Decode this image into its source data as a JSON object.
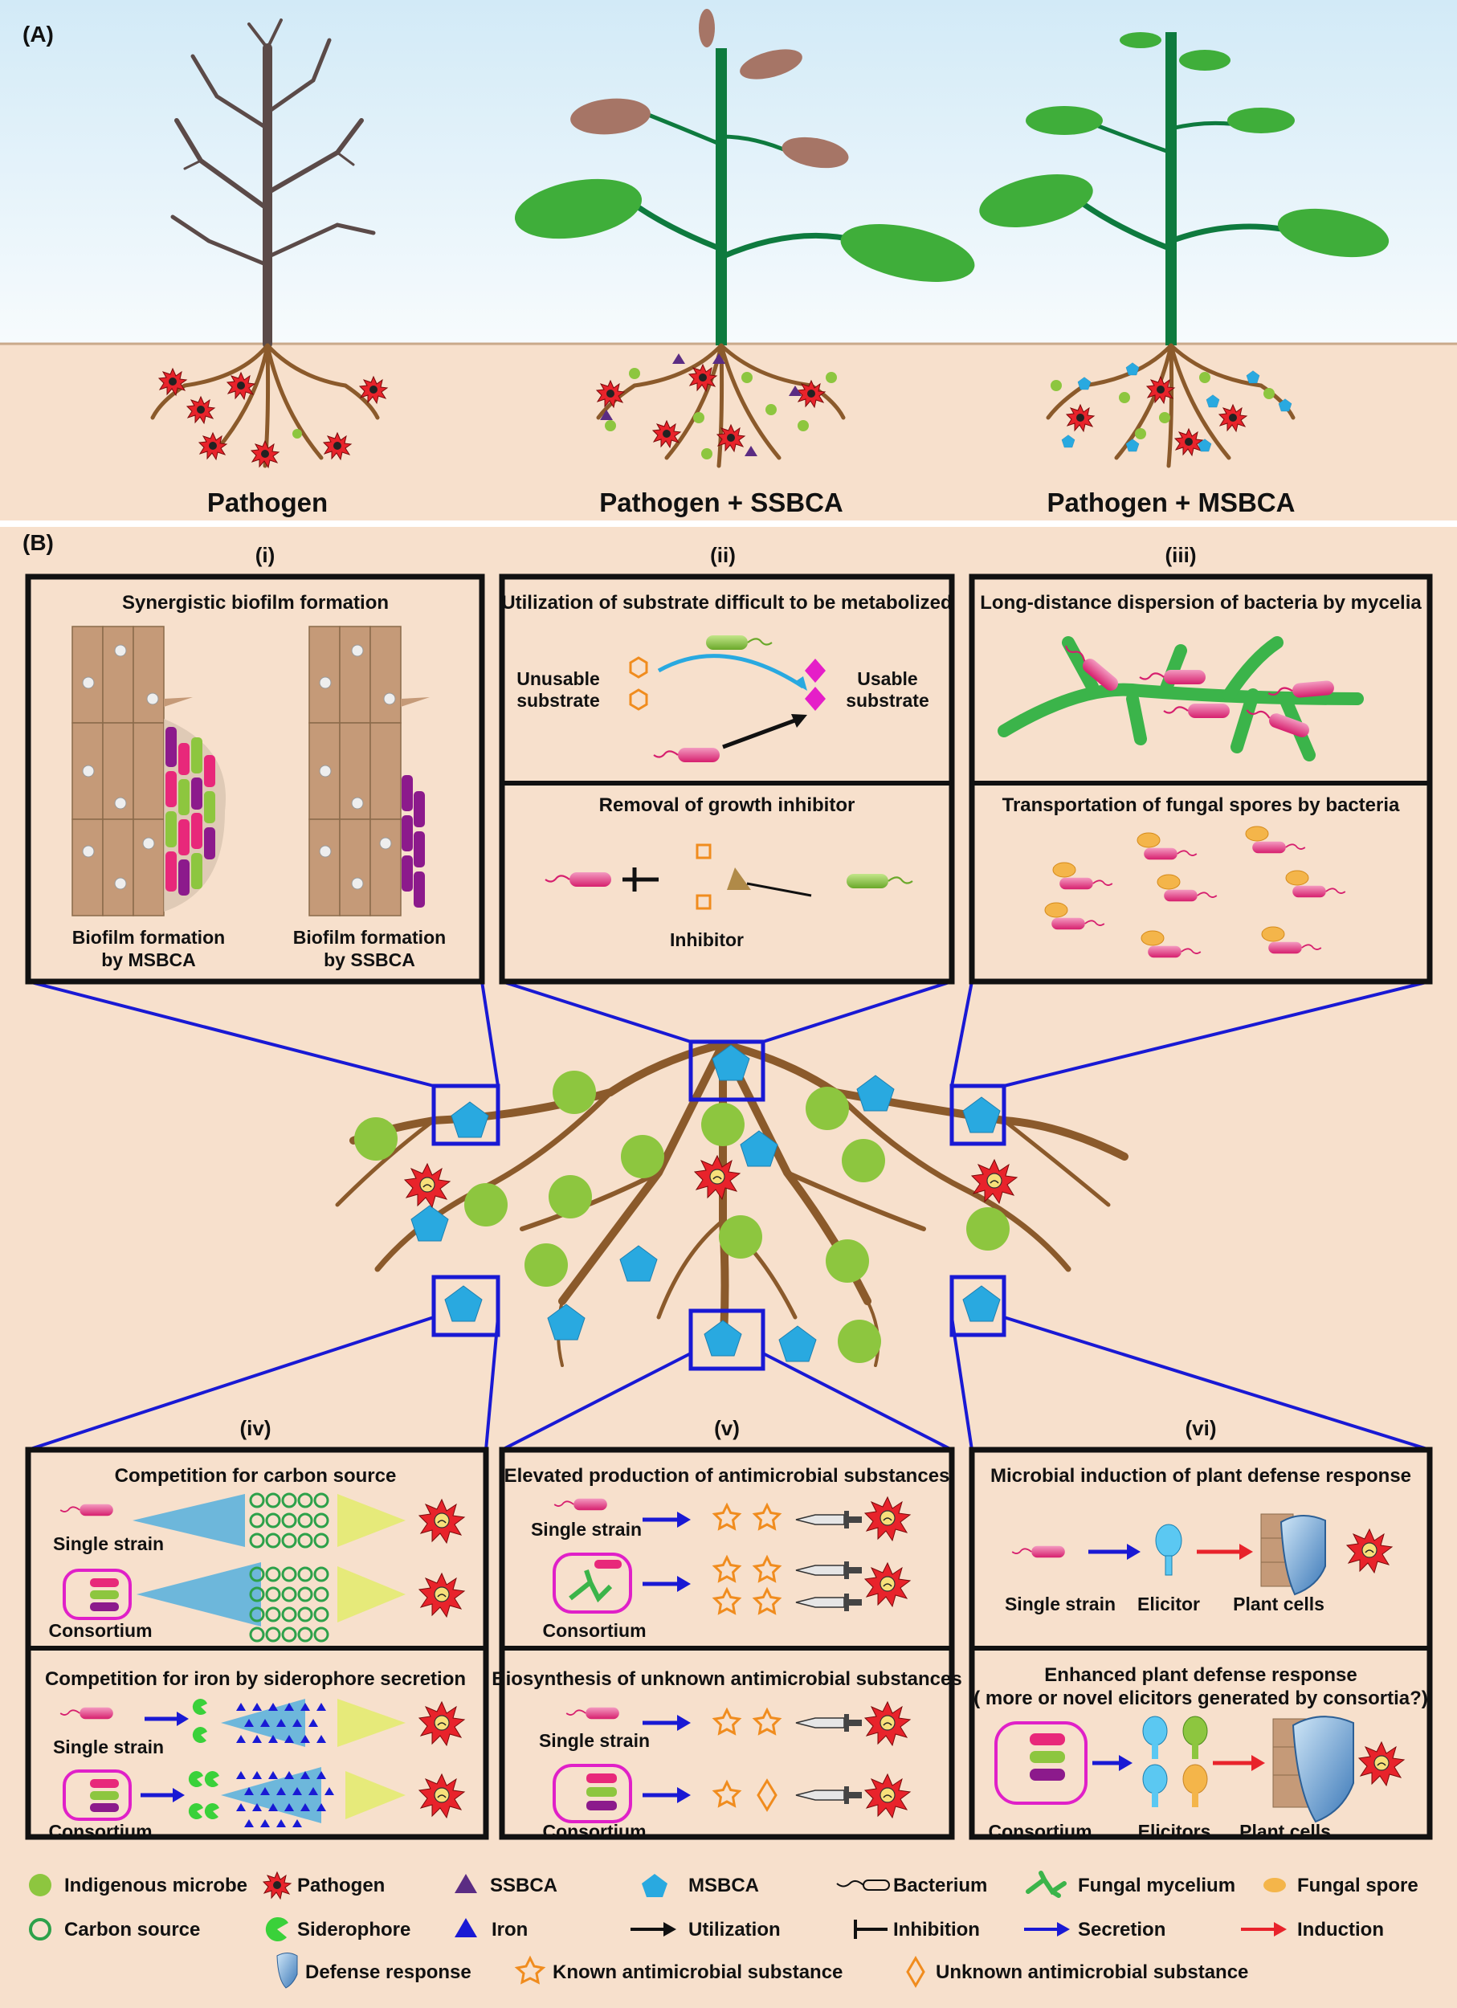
{
  "panel_a": {
    "label": "(A)",
    "captions": [
      "Pathogen",
      "Pathogen + SSBCA",
      "Pathogen + MSBCA"
    ]
  },
  "panel_b": {
    "label": "(B)",
    "subpanels": {
      "i": {
        "numeral": "(i)",
        "title": "Synergistic biofilm formation",
        "left_caption": [
          "Biofilm formation",
          "by MSBCA"
        ],
        "right_caption": [
          "Biofilm formation",
          "by SSBCA"
        ]
      },
      "ii": {
        "numeral": "(ii)",
        "title_top": "Utilization of substrate difficult to be metabolized",
        "unusable": [
          "Unusable",
          "substrate"
        ],
        "usable": [
          "Usable",
          "substrate"
        ],
        "title_bottom": "Removal of growth inhibitor",
        "inhibitor": "Inhibitor"
      },
      "iii": {
        "numeral": "(iii)",
        "title_top": "Long-distance dispersion of bacteria by mycelia",
        "title_bottom": "Transportation of fungal spores by bacteria"
      },
      "iv": {
        "numeral": "(iv)",
        "title_top": "Competition for carbon source",
        "title_bottom": "Competition for iron by siderophore secretion",
        "single": "Single strain",
        "consortium": "Consortium"
      },
      "v": {
        "numeral": "(v)",
        "title_top": "Elevated production of antimicrobial substances",
        "title_bottom": "Biosynthesis of unknown antimicrobial substances",
        "single": "Single strain",
        "consortium": "Consortium"
      },
      "vi": {
        "numeral": "(vi)",
        "title_top": "Microbial induction of plant defense response",
        "single": "Single strain",
        "elicitor": "Elicitor",
        "plant_cells": "Plant cells",
        "title_bottom": [
          "Enhanced plant defense response",
          "( more or novel elicitors generated by consortia?)"
        ],
        "consortium": "Consortium",
        "elicitors": "Elicitors"
      }
    }
  },
  "legend": [
    {
      "icon": "indigenous-microbe-icon",
      "label": "Indigenous microbe"
    },
    {
      "icon": "pathogen-icon",
      "label": "Pathogen"
    },
    {
      "icon": "ssbca-icon",
      "label": "SSBCA"
    },
    {
      "icon": "msbca-icon",
      "label": "MSBCA"
    },
    {
      "icon": "bacterium-icon",
      "label": "Bacterium"
    },
    {
      "icon": "fungal-mycelium-icon",
      "label": "Fungal mycelium"
    },
    {
      "icon": "fungal-spore-icon",
      "label": "Fungal spore"
    },
    {
      "icon": "carbon-source-icon",
      "label": "Carbon source"
    },
    {
      "icon": "siderophore-icon",
      "label": "Siderophore"
    },
    {
      "icon": "iron-icon",
      "label": "Iron"
    },
    {
      "icon": "utilization-arrow-icon",
      "label": "Utilization"
    },
    {
      "icon": "inhibition-icon",
      "label": "Inhibition"
    },
    {
      "icon": "secretion-arrow-icon",
      "label": "Secretion"
    },
    {
      "icon": "induction-arrow-icon",
      "label": "Induction"
    },
    {
      "icon": "defense-response-icon",
      "label": "Defense response"
    },
    {
      "icon": "known-antimicrobial-icon",
      "label": "Known antimicrobial substance"
    },
    {
      "icon": "unknown-antimicrobial-icon",
      "label": "Unknown antimicrobial substance"
    }
  ],
  "colors": {
    "sky_top": "#d7ecf7",
    "soil": "#f7e0cc",
    "root": "#8b5a2b",
    "stem_green": "#0e7a3e",
    "leaf_green": "#3fae3a",
    "indigenous": "#8dc63f",
    "msbca": "#29a9e0",
    "ssbca": "#5b2c83",
    "pathogen": "#e8232b",
    "box_blue": "#1919d4",
    "bacterium_pink": "#e8287a",
    "bacterium_green": "#8dc63f"
  }
}
